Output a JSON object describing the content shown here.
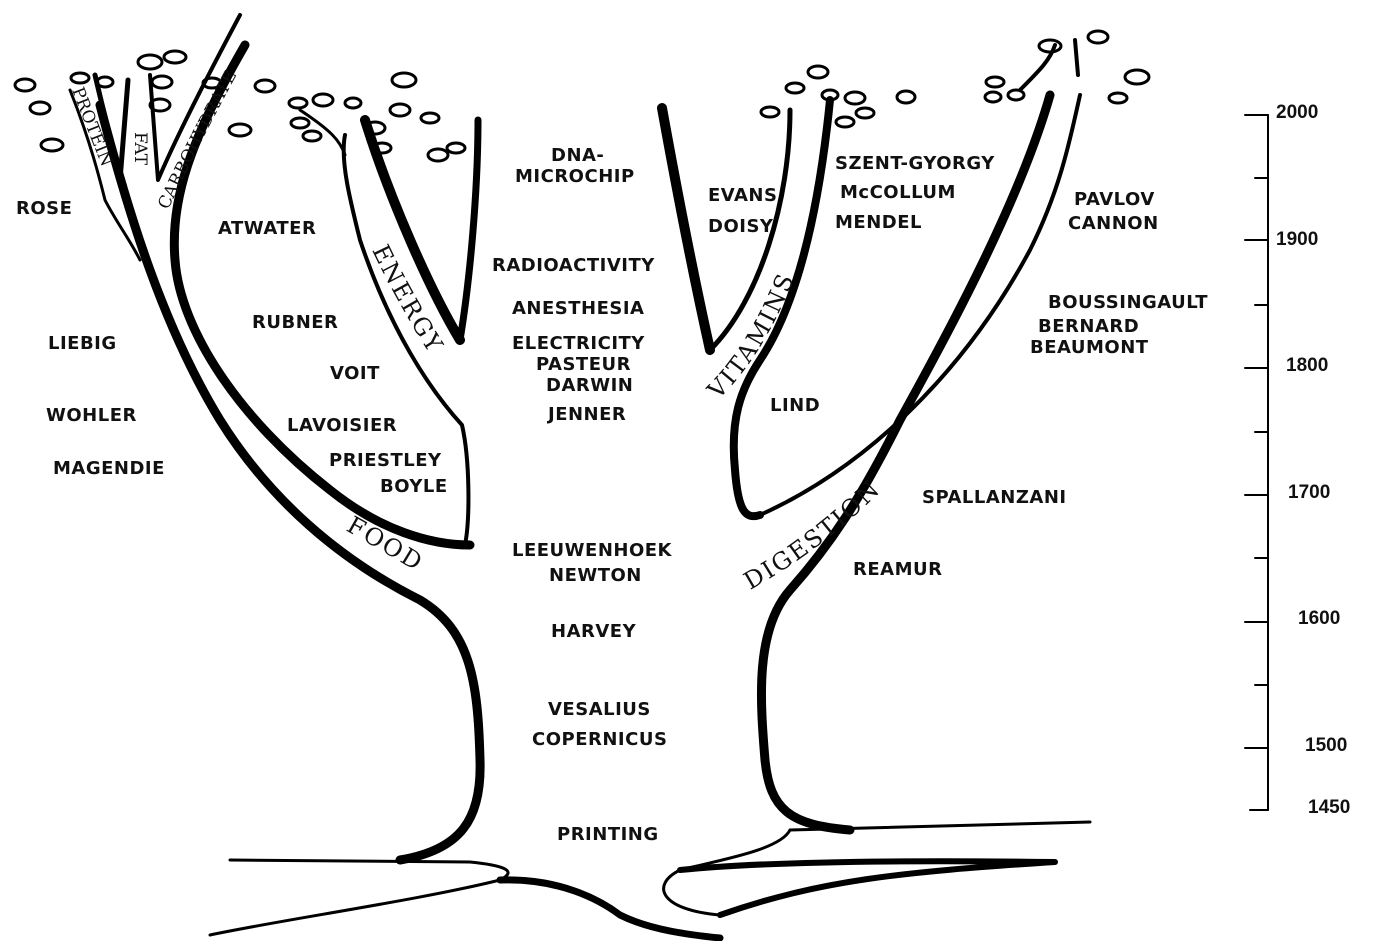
{
  "branches": {
    "food": "FOOD",
    "energy": "ENERGY",
    "vitamins": "VITAMINS",
    "digestion": "DIGESTION",
    "protein": "PROTEIN",
    "fat": "FAT",
    "carbohydrate": "CARBOHYDRATE"
  },
  "names": {
    "rose": "ROSE",
    "liebig": "LIEBIG",
    "wohler": "WOHLER",
    "magendie": "MAGENDIE",
    "atwater": "ATWATER",
    "rubner": "RUBNER",
    "voit": "VOIT",
    "lavoisier": "LAVOISIER",
    "priestley": "PRIESTLEY",
    "boyle": "BOYLE",
    "dna": "DNA-",
    "microchip": "MICROCHIP",
    "radioactivity": "RADIOACTIVITY",
    "anesthesia": "ANESTHESIA",
    "electricity": "ELECTRICITY",
    "pasteur": "PASTEUR",
    "darwin": "DARWIN",
    "jenner": "JENNER",
    "leeuwenhoek": "LEEUWENHOEK",
    "newton": "NEWTON",
    "harvey": "HARVEY",
    "vesalius": "VESALIUS",
    "copernicus": "COPERNICUS",
    "printing": "PRINTING",
    "evans": "EVANS",
    "doisy": "DOISY",
    "szent_gyorgy": "SZENT-GYORGY",
    "mccollum": "McCOLLUM",
    "mendel": "MENDEL",
    "lind": "LIND",
    "pavlov": "PAVLOV",
    "cannon": "CANNON",
    "boussingault": "BOUSSINGAULT",
    "bernard": "BERNARD",
    "beaumont": "BEAUMONT",
    "spallanzani": "SPALLANZANI",
    "reamur": "REAMUR"
  },
  "timeline": {
    "years": [
      "2000",
      "1900",
      "1800",
      "1700",
      "1600",
      "1500",
      "1450"
    ]
  }
}
